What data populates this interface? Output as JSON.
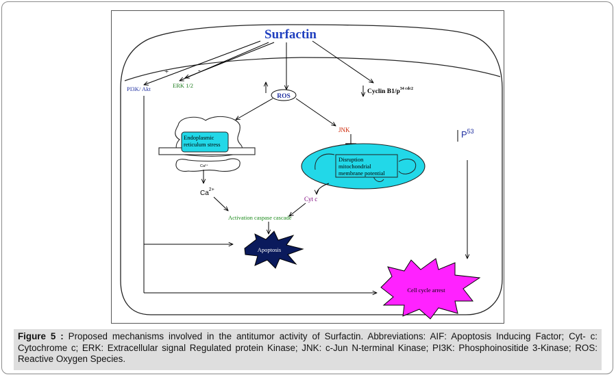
{
  "diagram": {
    "title": "Surfactin",
    "plus": "+",
    "minus": "-",
    "pi3k": "PI3K/ Akt",
    "erk": "ERK 1/2",
    "ros": "ROS",
    "cyclin": "Cyclin B1/p",
    "cyclin_sup": "34 cdc2",
    "p53": "P",
    "p53_sup": "53",
    "er_line1": "Endoplasmic",
    "er_line2": "reticulum stress",
    "ca_small": "Ca²⁺",
    "ca": "Ca",
    "ca_sup": "2+",
    "jnk": "JNK",
    "mito_line1": "Disruption",
    "mito_line2": "mitochondrial",
    "mito_line3": "membrane potential",
    "cytc": "Cyt c",
    "caspase": "Activation caspase cascade",
    "apoptosis": "Apoptosis",
    "arrest": "Cell cycle arrest",
    "colors": {
      "surfactin": "#1f3fbf",
      "pi3k": "#1f2fa0",
      "erk": "#1a7a1a",
      "jnk": "#cc2200",
      "cytc": "#7a007a",
      "caspase": "#1a8a1a",
      "mito": "#22d8e8",
      "er_box": "#22d8e8",
      "apoptosis": "#0a1a5c",
      "arrest": "#ff22ff"
    }
  },
  "caption": {
    "label": "Figure 5 :",
    "text": " Proposed mechanisms involved in the antitumor activity of Surfactin. Abbreviations: AIF: Apoptosis Inducing Factor; Cyt- c: Cytochrome c; ERK: Extracellular signal Regulated protein Kinase; JNK: c-Jun N-terminal Kinase; PI3K: Phosphoinositide 3-Kinase; ROS: Reactive Oxygen Species."
  }
}
